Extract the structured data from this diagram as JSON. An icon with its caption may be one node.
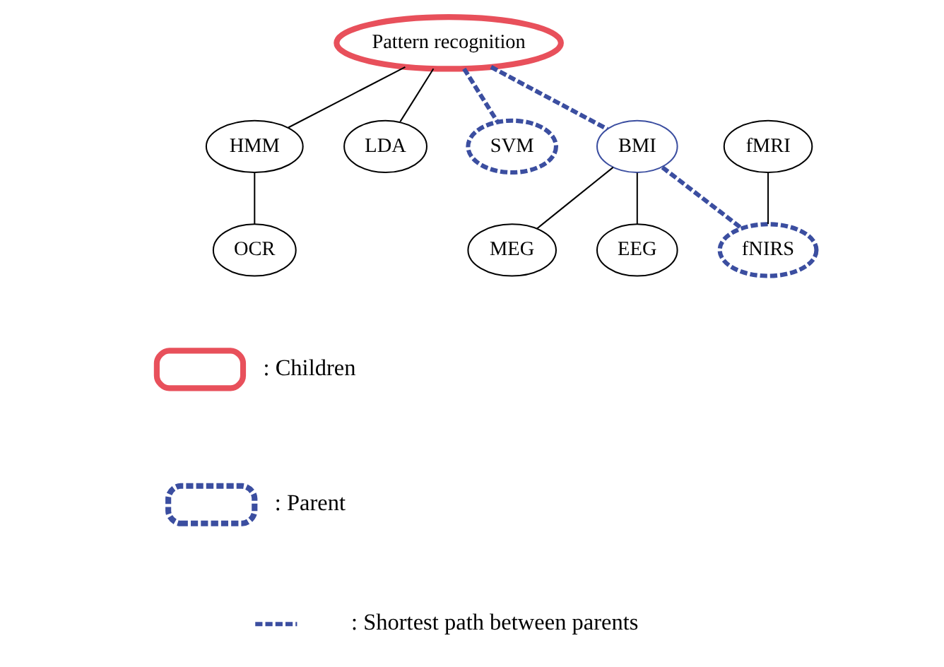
{
  "diagram": {
    "nodes": [
      {
        "text": [
          "Pattern recognition"
        ]
      },
      {
        "text": [
          "HMM"
        ]
      },
      {
        "text": [
          "LDA"
        ]
      },
      {
        "text": [
          "SVM"
        ]
      },
      {
        "text": [
          "BMI"
        ]
      },
      {
        "text": [
          "fMRI"
        ]
      },
      {
        "text": [
          "OCR"
        ]
      },
      {
        "text": [
          "MEG"
        ]
      },
      {
        "text": [
          "EEG"
        ]
      },
      {
        "text": [
          "fNIRS"
        ]
      }
    ],
    "edges": [
      {
        "from": 0,
        "to": 1,
        "arrow": "none"
      },
      {
        "from": 0,
        "to": 2,
        "arrow": "none"
      },
      {
        "from": 0,
        "to": 3,
        "arrow": "none",
        "style": "dashed",
        "color": "#3b4ea0"
      },
      {
        "from": 0,
        "to": 4,
        "arrow": "none",
        "style": "dashed",
        "color": "#3b4ea0"
      },
      {
        "from": 1,
        "to": 6,
        "arrow": "none"
      },
      {
        "from": 4,
        "to": 7,
        "arrow": "none"
      },
      {
        "from": 4,
        "to": 8,
        "arrow": "none"
      },
      {
        "from": 4,
        "to": 9,
        "arrow": "none",
        "style": "dashed",
        "color": "#3b4ea0"
      },
      {
        "from": 5,
        "to": 9,
        "arrow": "none"
      }
    ],
    "legend": [
      {
        "text": ": Children"
      },
      {
        "text": ": Parent"
      },
      {
        "text": ": Shortest path between parents"
      }
    ]
  }
}
